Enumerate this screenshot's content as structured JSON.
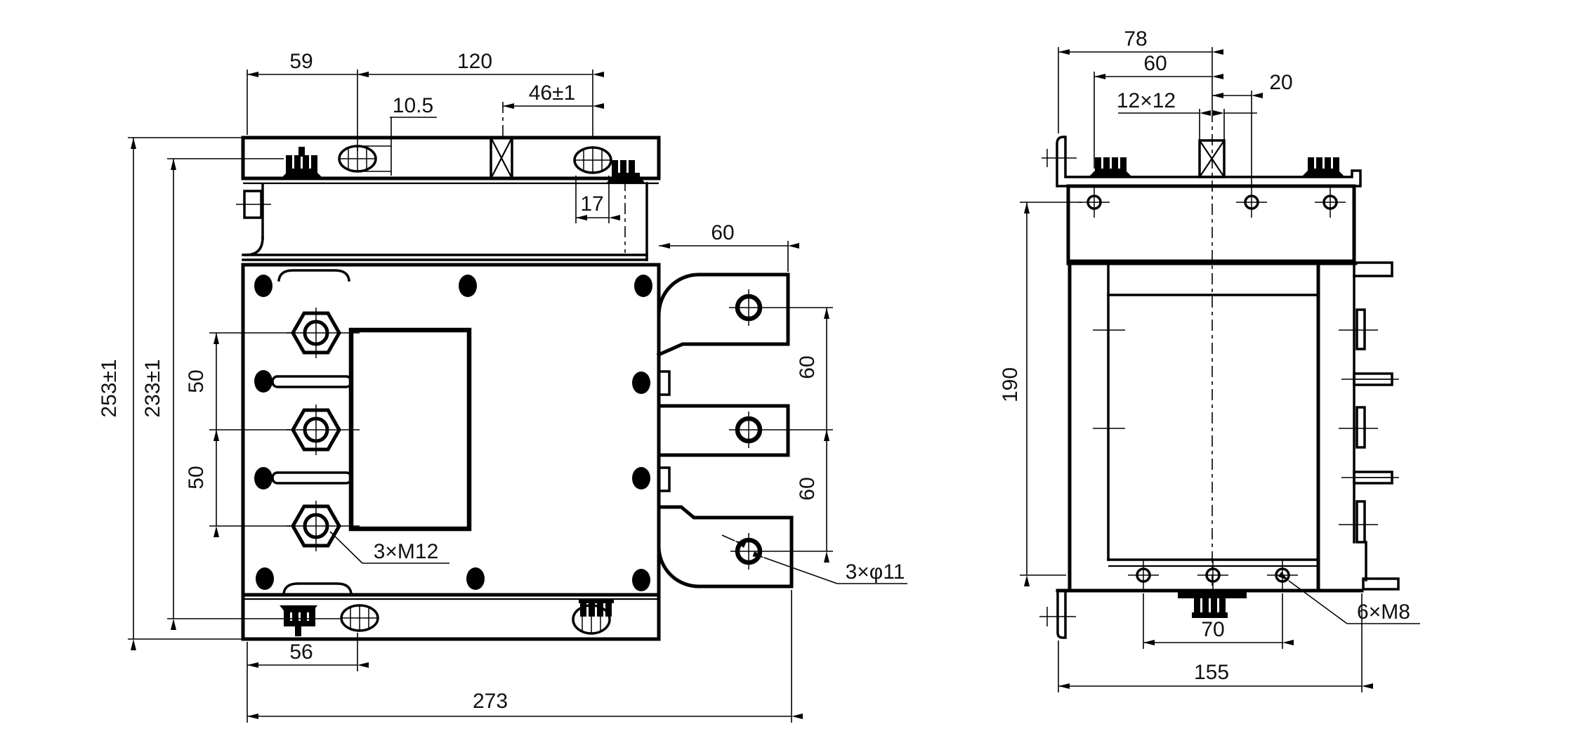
{
  "drawing": {
    "background": "#ffffff",
    "line_color": "#000000",
    "front_view": {
      "dims": {
        "top_left_width": "59",
        "top_width": "120",
        "slot_width": "10.5",
        "coil_offset": "46±1",
        "slot_length": "17",
        "overall_height": "253±1",
        "mounting_height": "233±1",
        "pole_pitch_upper": "50",
        "pole_pitch_lower": "50",
        "terminal_thread": "3×M12",
        "lug_length": "60",
        "lug_pitch_upper": "60",
        "lug_pitch_lower": "60",
        "lug_hole": "3×φ11",
        "base_slot_offset": "56",
        "overall_width": "273"
      }
    },
    "side_view": {
      "dims": {
        "top_depth": "78",
        "top_hole_depth": "60",
        "hole_offset": "20",
        "coil_terminal_square": "12×12",
        "mounting_hole_height": "190",
        "base_hole_spacing": "70",
        "overall_depth": "155",
        "base_thread": "6×M8"
      }
    }
  }
}
